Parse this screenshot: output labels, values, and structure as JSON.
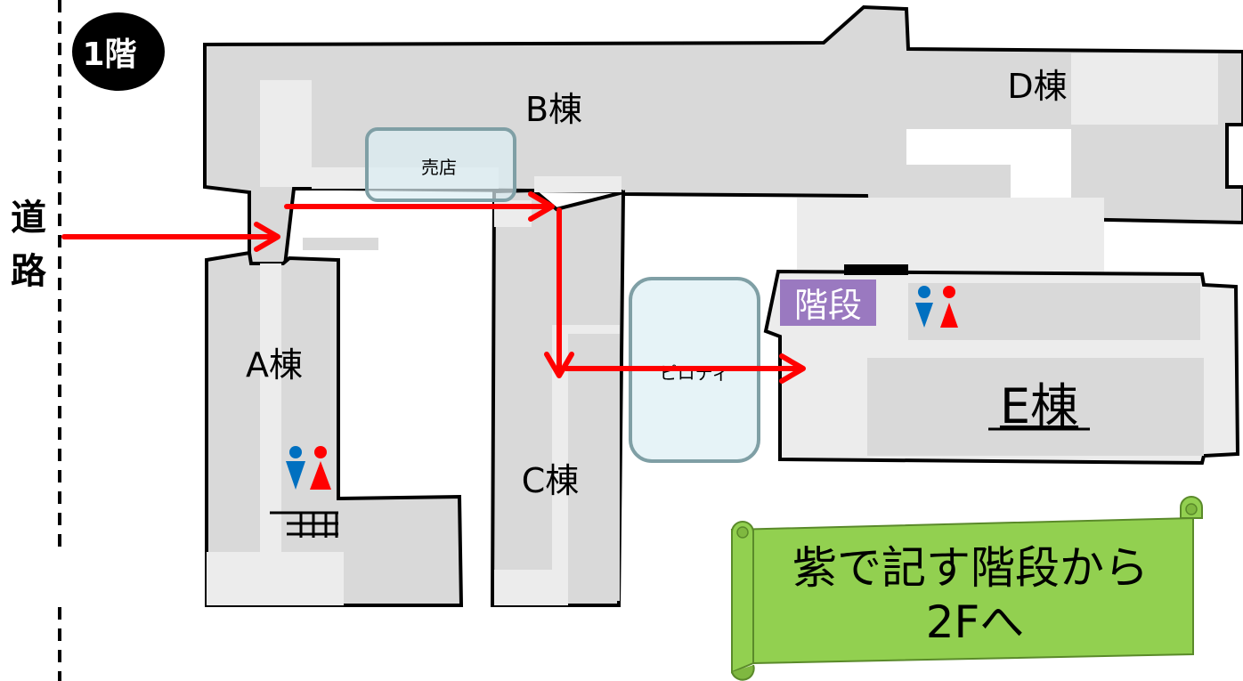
{
  "floor_badge": "1階",
  "road_label": [
    "道",
    "路"
  ],
  "buildings": {
    "a": "A棟",
    "b": "B棟",
    "c": "C棟",
    "d": "D棟",
    "e": "E棟"
  },
  "facilities": {
    "shop": "売店",
    "piloti": "ピロティ",
    "stairs": "階段"
  },
  "banner": {
    "line1": "紫で記す階段から",
    "line2": "2Fへ"
  },
  "colors": {
    "route": "#ff0000",
    "building_fill": "#d9d9d9",
    "corridor_fill": "#ececec",
    "stairs_highlight": "#9a79c0",
    "banner_fill": "#92d050",
    "men_icon": "#0070c0",
    "women_icon": "#ff0000",
    "facility_fill": "#dbeef3",
    "facility_border": "#7f9fa5"
  },
  "icons": [
    "restroom-icon",
    "stairs-icon",
    "route-arrow"
  ]
}
